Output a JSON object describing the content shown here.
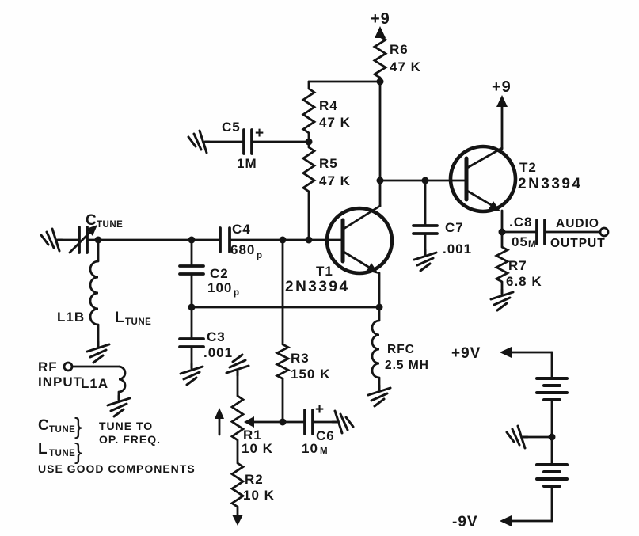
{
  "power": {
    "rail_t1": "+9",
    "rail_t2": "+9",
    "battery_positive": "+9V",
    "battery_negative": "-9V"
  },
  "components": {
    "r1": {
      "name": "R1",
      "value": "10 K"
    },
    "r2": {
      "name": "R2",
      "value": "10 K"
    },
    "r3": {
      "name": "R3",
      "value": "150 K"
    },
    "r4": {
      "name": "R4",
      "value": "47 K"
    },
    "r5": {
      "name": "R5",
      "value": "47 K"
    },
    "r6": {
      "name": "R6",
      "value": "47 K"
    },
    "r7": {
      "name": "R7",
      "value": "6.8 K"
    },
    "c2": {
      "name": "C2",
      "value": "100",
      "unit": "p"
    },
    "c3": {
      "name": "C3",
      "value": ".001"
    },
    "c4": {
      "name": "C4",
      "value": "680",
      "unit": "p"
    },
    "c5": {
      "name": "C5",
      "value": "1M",
      "polarity": "+"
    },
    "c6": {
      "name": "C6",
      "value": "10",
      "unit": "M",
      "polarity": "+"
    },
    "c7": {
      "name": "C7",
      "value": ".001"
    },
    "c8": {
      "name": ".C8",
      "value": "05",
      "unit": "M"
    },
    "rfc": {
      "name": "RFC",
      "value": "2.5 MH"
    },
    "t1": {
      "name": "T1",
      "part": "2N3394"
    },
    "t2": {
      "name": "T2",
      "part": "2N3394"
    },
    "l1a": {
      "name": "L1A"
    },
    "l1b": {
      "name": "L1B"
    },
    "c_tune": {
      "main": "C",
      "sub": "TUNE"
    },
    "l_tune": {
      "main": "L",
      "sub": "TUNE"
    }
  },
  "io": {
    "rf_input": {
      "line1": "RF",
      "line2": "INPUT"
    },
    "audio_output": {
      "line1": "AUDIO",
      "line2": "OUTPUT"
    }
  },
  "notes": {
    "legend_c": {
      "main": "C",
      "sub": "TUNE"
    },
    "legend_l": {
      "main": "L",
      "sub": "TUNE"
    },
    "brace": "}",
    "tune_line1": "TUNE TO",
    "tune_line2": "OP. FREQ.",
    "advice": "USE GOOD COMPONENTS"
  }
}
